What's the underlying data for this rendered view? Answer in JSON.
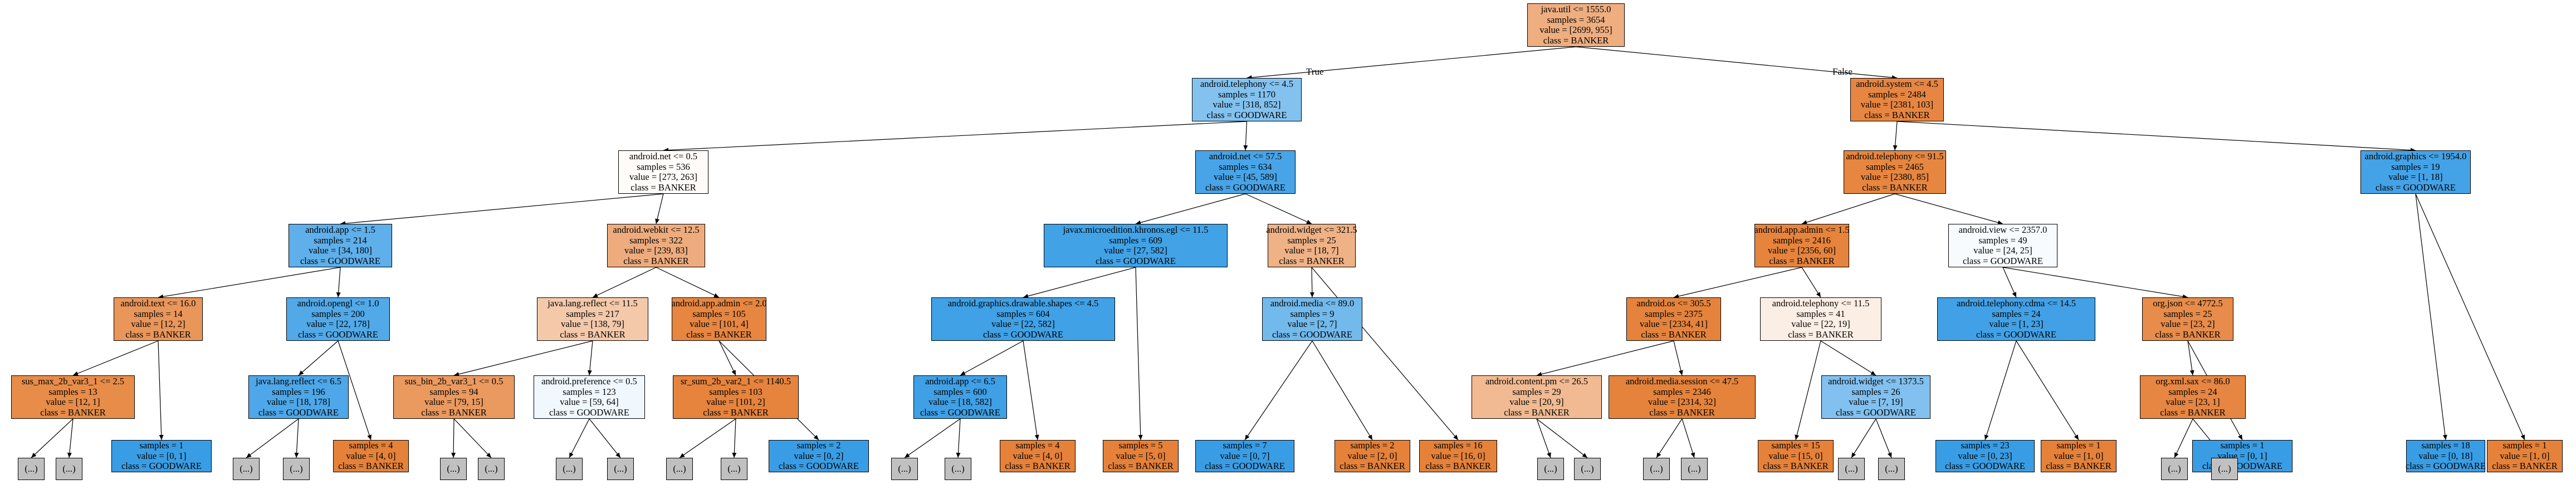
{
  "tree": {
    "edge_labels": {
      "true": "True",
      "false": "False"
    },
    "nodes": [
      {
        "id": "n0",
        "lines": [
          "java.util <= 1555.0",
          "samples = 3654",
          "value = [2699, 955]",
          "class = BANKER"
        ],
        "fill": "#eeae80"
      },
      {
        "id": "n1",
        "lines": [
          "android.telephony <= 4.5",
          "samples = 1170",
          "value = [318, 852]",
          "class = GOODWARE"
        ],
        "fill": "#83c2ef"
      },
      {
        "id": "n2",
        "lines": [
          "android.system <= 4.5",
          "samples = 2484",
          "value = [2381, 103]",
          "class = BANKER"
        ],
        "fill": "#e68642"
      },
      {
        "id": "n3",
        "lines": [
          "android.net <= 0.5",
          "samples = 536",
          "value = [273, 263]",
          "class = BANKER"
        ],
        "fill": "#fefbf8"
      },
      {
        "id": "n4",
        "lines": [
          "android.net <= 57.5",
          "samples = 634",
          "value = [45, 589]",
          "class = GOODWARE"
        ],
        "fill": "#48a4e7"
      },
      {
        "id": "n5",
        "lines": [
          "android.telephony <= 91.5",
          "samples = 2465",
          "value = [2380, 85]",
          "class = BANKER"
        ],
        "fill": "#e68640"
      },
      {
        "id": "n6",
        "lines": [
          "android.graphics <= 1954.0",
          "samples = 19",
          "value = [1, 18]",
          "class = GOODWARE"
        ],
        "fill": "#44a2e6"
      },
      {
        "id": "n7",
        "lines": [
          "android.app <= 1.5",
          "samples = 214",
          "value = [34, 180]",
          "class = GOODWARE"
        ],
        "fill": "#5eafea"
      },
      {
        "id": "n8",
        "lines": [
          "android.webkit <= 12.5",
          "samples = 322",
          "value = [239, 83]",
          "class = BANKER"
        ],
        "fill": "#eeac7e"
      },
      {
        "id": "n9",
        "lines": [
          "javax.microedition.khronos.egl <= 11.5",
          "samples = 609",
          "value = [27, 582]",
          "class = GOODWARE"
        ],
        "fill": "#42a2e6"
      },
      {
        "id": "n10",
        "lines": [
          "android.widget <= 321.5",
          "samples = 25",
          "value = [18, 7]",
          "class = BANKER"
        ],
        "fill": "#efb286"
      },
      {
        "id": "n11",
        "lines": [
          "android.app.admin <= 1.5",
          "samples = 2416",
          "value = [2356, 60]",
          "class = BANKER"
        ],
        "fill": "#e6843e"
      },
      {
        "id": "n12",
        "lines": [
          "android.view <= 2357.0",
          "samples = 49",
          "value = [24, 25]",
          "class = GOODWARE"
        ],
        "fill": "#f7fbfe"
      },
      {
        "id": "n13",
        "lines": [
          "samples = 18",
          "value = [0, 18]",
          "class = GOODWARE"
        ],
        "fill": "#399de5"
      },
      {
        "id": "n14",
        "lines": [
          "samples = 1",
          "value = [1, 0]",
          "class = BANKER"
        ],
        "fill": "#e58139"
      },
      {
        "id": "n15",
        "lines": [
          "android.text <= 16.0",
          "samples = 14",
          "value = [12, 2]",
          "class = BANKER"
        ],
        "fill": "#e9965a"
      },
      {
        "id": "n16",
        "lines": [
          "android.opengl <= 1.0",
          "samples = 200",
          "value = [22, 178]",
          "class = GOODWARE"
        ],
        "fill": "#51a9e8"
      },
      {
        "id": "n17",
        "lines": [
          "java.lang.reflect <= 11.5",
          "samples = 217",
          "value = [138, 79]",
          "class = BANKER"
        ],
        "fill": "#f4c9aa"
      },
      {
        "id": "n18",
        "lines": [
          "android.app.admin <= 2.0",
          "samples = 105",
          "value = [101, 4]",
          "class = BANKER"
        ],
        "fill": "#e68641"
      },
      {
        "id": "n19",
        "lines": [
          "android.graphics.drawable.shapes <= 4.5",
          "samples = 604",
          "value = [22, 582]",
          "class = GOODWARE"
        ],
        "fill": "#40a1e6"
      },
      {
        "id": "n20",
        "lines": [
          "samples = 5",
          "value = [5, 0]",
          "class = BANKER"
        ],
        "fill": "#e58139"
      },
      {
        "id": "n21",
        "lines": [
          "android.media <= 89.0",
          "samples = 9",
          "value = [2, 7]",
          "class = GOODWARE"
        ],
        "fill": "#72b9ec"
      },
      {
        "id": "n22",
        "lines": [
          "samples = 16",
          "value = [16, 0]",
          "class = BANKER"
        ],
        "fill": "#e58139"
      },
      {
        "id": "n23",
        "lines": [
          "android.os <= 305.5",
          "samples = 2375",
          "value = [2334, 41]",
          "class = BANKER"
        ],
        "fill": "#e5833c"
      },
      {
        "id": "n24",
        "lines": [
          "android.telephony <= 11.5",
          "samples = 41",
          "value = [22, 19]",
          "class = BANKER"
        ],
        "fill": "#fbeee4"
      },
      {
        "id": "n25",
        "lines": [
          "android.telephony.cdma <= 14.5",
          "samples = 24",
          "value = [1, 23]",
          "class = GOODWARE"
        ],
        "fill": "#42a1e6"
      },
      {
        "id": "n26",
        "lines": [
          "org.json <= 4772.5",
          "samples = 25",
          "value = [23, 2]",
          "class = BANKER"
        ],
        "fill": "#e78c4a"
      },
      {
        "id": "n27",
        "lines": [
          "sus_max_2b_var3_1 <= 2.5",
          "samples = 13",
          "value = [12, 1]",
          "class = BANKER"
        ],
        "fill": "#e78c49"
      },
      {
        "id": "n28",
        "lines": [
          "samples = 1",
          "value = [0, 1]",
          "class = GOODWARE"
        ],
        "fill": "#399de5"
      },
      {
        "id": "n29",
        "lines": [
          "java.lang.reflect <= 6.5",
          "samples = 196",
          "value = [18, 178]",
          "class = GOODWARE"
        ],
        "fill": "#4da7e8"
      },
      {
        "id": "n30",
        "lines": [
          "samples = 4",
          "value = [4, 0]",
          "class = BANKER"
        ],
        "fill": "#e58139"
      },
      {
        "id": "n31",
        "lines": [
          "sus_bin_2b_var3_1 <= 0.5",
          "samples = 94",
          "value = [79, 15]",
          "class = BANKER"
        ],
        "fill": "#ea995f"
      },
      {
        "id": "n32",
        "lines": [
          "android.preference <= 0.5",
          "samples = 123",
          "value = [59, 64]",
          "class = GOODWARE"
        ],
        "fill": "#f0f7fd"
      },
      {
        "id": "n33",
        "lines": [
          "sr_sum_2b_var2_1 <= 1140.5",
          "samples = 103",
          "value = [101, 2]",
          "class = BANKER"
        ],
        "fill": "#e6833d"
      },
      {
        "id": "n34",
        "lines": [
          "samples = 2",
          "value = [0, 2]",
          "class = GOODWARE"
        ],
        "fill": "#399de5"
      },
      {
        "id": "n35",
        "lines": [
          "android.app <= 6.5",
          "samples = 600",
          "value = [18, 582]",
          "class = GOODWARE"
        ],
        "fill": "#3fa0e6"
      },
      {
        "id": "n36",
        "lines": [
          "samples = 4",
          "value = [4, 0]",
          "class = BANKER"
        ],
        "fill": "#e58139"
      },
      {
        "id": "n37",
        "lines": [
          "samples = 7",
          "value = [0, 7]",
          "class = GOODWARE"
        ],
        "fill": "#399de5"
      },
      {
        "id": "n38",
        "lines": [
          "samples = 2",
          "value = [2, 0]",
          "class = BANKER"
        ],
        "fill": "#e58139"
      },
      {
        "id": "n39",
        "lines": [
          "android.content.pm <= 26.5",
          "samples = 29",
          "value = [20, 9]",
          "class = BANKER"
        ],
        "fill": "#f1ba92"
      },
      {
        "id": "n40",
        "lines": [
          "android.media.session <= 47.5",
          "samples = 2346",
          "value = [2314, 32]",
          "class = BANKER"
        ],
        "fill": "#e5833c"
      },
      {
        "id": "n41",
        "lines": [
          "samples = 15",
          "value = [15, 0]",
          "class = BANKER"
        ],
        "fill": "#e58139"
      },
      {
        "id": "n42",
        "lines": [
          "android.widget <= 1373.5",
          "samples = 26",
          "value = [7, 19]",
          "class = GOODWARE"
        ],
        "fill": "#82c1ef"
      },
      {
        "id": "n43",
        "lines": [
          "samples = 23",
          "value = [0, 23]",
          "class = GOODWARE"
        ],
        "fill": "#399de5"
      },
      {
        "id": "n44",
        "lines": [
          "samples = 1",
          "value = [1, 0]",
          "class = BANKER"
        ],
        "fill": "#e58139"
      },
      {
        "id": "n45",
        "lines": [
          "org.xml.sax <= 86.0",
          "samples = 24",
          "value = [23, 1]",
          "class = BANKER"
        ],
        "fill": "#e68642"
      },
      {
        "id": "n46",
        "lines": [
          "samples = 1",
          "value = [0, 1]",
          "class = GOODWARE"
        ],
        "fill": "#399de5"
      },
      {
        "id": "e1",
        "lines": [
          "(...)"
        ],
        "fill": "#c0c0c0"
      },
      {
        "id": "e2",
        "lines": [
          "(...)"
        ],
        "fill": "#c0c0c0"
      },
      {
        "id": "e3",
        "lines": [
          "(...)"
        ],
        "fill": "#c0c0c0"
      },
      {
        "id": "e4",
        "lines": [
          "(...)"
        ],
        "fill": "#c0c0c0"
      },
      {
        "id": "e5",
        "lines": [
          "(...)"
        ],
        "fill": "#c0c0c0"
      },
      {
        "id": "e6",
        "lines": [
          "(...)"
        ],
        "fill": "#c0c0c0"
      },
      {
        "id": "e7",
        "lines": [
          "(...)"
        ],
        "fill": "#c0c0c0"
      },
      {
        "id": "e8",
        "lines": [
          "(...)"
        ],
        "fill": "#c0c0c0"
      },
      {
        "id": "e9",
        "lines": [
          "(...)"
        ],
        "fill": "#c0c0c0"
      },
      {
        "id": "e10",
        "lines": [
          "(...)"
        ],
        "fill": "#c0c0c0"
      },
      {
        "id": "e11",
        "lines": [
          "(...)"
        ],
        "fill": "#c0c0c0"
      },
      {
        "id": "e12",
        "lines": [
          "(...)"
        ],
        "fill": "#c0c0c0"
      },
      {
        "id": "e13",
        "lines": [
          "(...)"
        ],
        "fill": "#c0c0c0"
      },
      {
        "id": "e14",
        "lines": [
          "(...)"
        ],
        "fill": "#c0c0c0"
      },
      {
        "id": "e15",
        "lines": [
          "(...)"
        ],
        "fill": "#c0c0c0"
      },
      {
        "id": "e16",
        "lines": [
          "(...)"
        ],
        "fill": "#c0c0c0"
      },
      {
        "id": "e17",
        "lines": [
          "(...)"
        ],
        "fill": "#c0c0c0"
      },
      {
        "id": "e18",
        "lines": [
          "(...)"
        ],
        "fill": "#c0c0c0"
      },
      {
        "id": "e19",
        "lines": [
          "(...)"
        ],
        "fill": "#c0c0c0"
      },
      {
        "id": "e20",
        "lines": [
          "(...)"
        ],
        "fill": "#c0c0c0"
      }
    ],
    "edges": [
      [
        "n0",
        "n1"
      ],
      [
        "n0",
        "n2"
      ],
      [
        "n1",
        "n3"
      ],
      [
        "n1",
        "n4"
      ],
      [
        "n2",
        "n5"
      ],
      [
        "n2",
        "n6"
      ],
      [
        "n3",
        "n7"
      ],
      [
        "n3",
        "n8"
      ],
      [
        "n4",
        "n9"
      ],
      [
        "n4",
        "n10"
      ],
      [
        "n5",
        "n11"
      ],
      [
        "n5",
        "n12"
      ],
      [
        "n6",
        "n13"
      ],
      [
        "n6",
        "n14"
      ],
      [
        "n7",
        "n15"
      ],
      [
        "n7",
        "n16"
      ],
      [
        "n8",
        "n17"
      ],
      [
        "n8",
        "n18"
      ],
      [
        "n9",
        "n19"
      ],
      [
        "n9",
        "n20"
      ],
      [
        "n10",
        "n21"
      ],
      [
        "n10",
        "n22"
      ],
      [
        "n11",
        "n23"
      ],
      [
        "n11",
        "n24"
      ],
      [
        "n12",
        "n25"
      ],
      [
        "n12",
        "n26"
      ],
      [
        "n15",
        "n27"
      ],
      [
        "n15",
        "n28"
      ],
      [
        "n16",
        "n29"
      ],
      [
        "n16",
        "n30"
      ],
      [
        "n17",
        "n31"
      ],
      [
        "n17",
        "n32"
      ],
      [
        "n18",
        "n33"
      ],
      [
        "n18",
        "n34"
      ],
      [
        "n19",
        "n35"
      ],
      [
        "n19",
        "n36"
      ],
      [
        "n21",
        "n37"
      ],
      [
        "n21",
        "n38"
      ],
      [
        "n23",
        "n39"
      ],
      [
        "n23",
        "n40"
      ],
      [
        "n24",
        "n41"
      ],
      [
        "n24",
        "n42"
      ],
      [
        "n25",
        "n43"
      ],
      [
        "n25",
        "n44"
      ],
      [
        "n26",
        "n45"
      ],
      [
        "n26",
        "n46"
      ],
      [
        "n27",
        "e1"
      ],
      [
        "n27",
        "e2"
      ],
      [
        "n29",
        "e3"
      ],
      [
        "n29",
        "e4"
      ],
      [
        "n31",
        "e5"
      ],
      [
        "n31",
        "e6"
      ],
      [
        "n32",
        "e7"
      ],
      [
        "n32",
        "e8"
      ],
      [
        "n33",
        "e9"
      ],
      [
        "n33",
        "e10"
      ],
      [
        "n35",
        "e11"
      ],
      [
        "n35",
        "e12"
      ],
      [
        "n39",
        "e13"
      ],
      [
        "n39",
        "e14"
      ],
      [
        "n40",
        "e15"
      ],
      [
        "n40",
        "e16"
      ],
      [
        "n42",
        "e17"
      ],
      [
        "n42",
        "e18"
      ],
      [
        "n45",
        "e19"
      ],
      [
        "n45",
        "e20"
      ]
    ]
  }
}
